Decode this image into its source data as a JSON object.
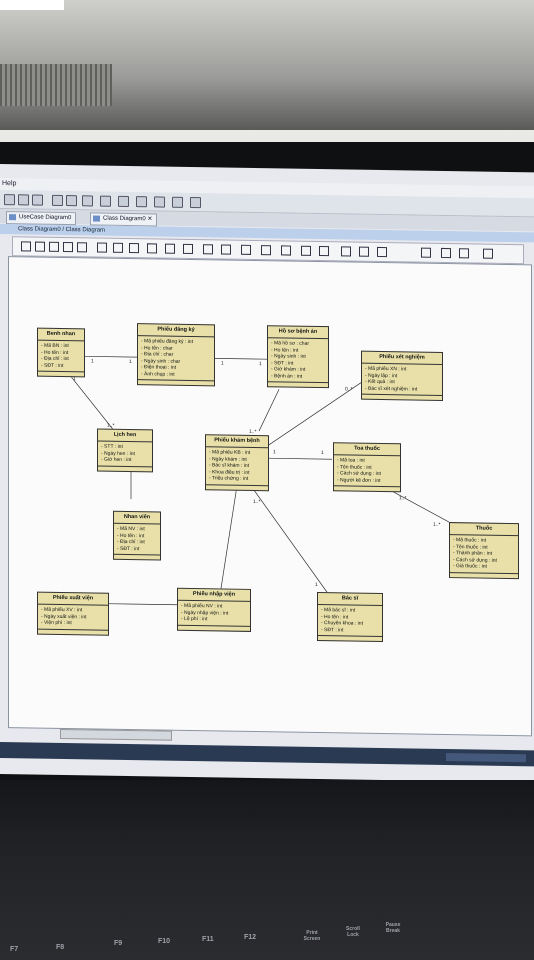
{
  "menubar": {
    "help": "Help"
  },
  "tabs": [
    {
      "label": "UseCase Diagram0"
    },
    {
      "label": "Class Diagram0"
    }
  ],
  "breadcrumb": "Class Diagram0 / Class Diagram",
  "classes": {
    "benh_nhan": {
      "name": "Benh nhan",
      "attrs": [
        "- Mã BN : int",
        "- Ho tên : int",
        "- Địa chỉ : int",
        "- SĐT : int"
      ]
    },
    "phieu_dang_ky": {
      "name": "Phiếu đăng ký",
      "attrs": [
        "- Mã phiếu đăng ký : int",
        "- Họ tên : char",
        "- Địa chỉ : char",
        "- Ngày sinh : char",
        "- Điện thoại : int",
        "- Ảnh chụp : int"
      ]
    },
    "ho_so_benh_an": {
      "name": "Hồ sơ bệnh án",
      "attrs": [
        "- Mã hồ sơ : char",
        "- Ho tên : int",
        "- Ngày sinh : int",
        "- SĐT : int",
        "- Giờ khám : int",
        "- Bệnh án : int"
      ]
    },
    "phieu_xet_nghiem": {
      "name": "Phiếu xét nghiệm",
      "attrs": [
        "- Mã phiếu XN : int",
        "- Ngày lập : int",
        "- Kết quả : int",
        "- Bác sĩ xét nghiệm : int"
      ]
    },
    "lich_hen": {
      "name": "Lịch hen",
      "attrs": [
        "- STT : int",
        "- Ngày hen : int",
        "- Giờ hen : int"
      ]
    },
    "phieu_kham_benh": {
      "name": "Phiếu khám bệnh",
      "attrs": [
        "- Mã phiếu KB : int",
        "- Ngày khám : int",
        "- Bác sĩ khám : int",
        "- Khoa điều trị : int",
        "- Triệu chứng : int"
      ]
    },
    "toa_thuoc": {
      "name": "Toa thuốc",
      "attrs": [
        "- Mã toa : int",
        "- Tên thuốc : int",
        "- Cách sử dụng : int",
        "- Người kê đơn : int"
      ]
    },
    "nhan_vien": {
      "name": "Nhan viên",
      "attrs": [
        "- Mã NV : int",
        "- Ho tên : int",
        "- Địa chỉ : int",
        "- SĐT : int"
      ]
    },
    "thuoc": {
      "name": "Thuốc",
      "attrs": [
        "- Mã thuốc : int",
        "- Tên thuốc : int",
        "- Thành phần : int",
        "- Cách sử dụng : int",
        "- Giá thuốc : int"
      ]
    },
    "phieu_xuat_vien": {
      "name": "Phiếu xuất viện",
      "attrs": [
        "- Mã phiếu XV : int",
        "- Ngày xuất viện : int",
        "- Viện phí : int"
      ]
    },
    "phieu_nhap_vien": {
      "name": "Phiếu nhập viện",
      "attrs": [
        "- Mã phiếu NV : int",
        "- Ngày nhập viện : int",
        "- Lệ phí : int"
      ]
    },
    "bac_si": {
      "name": "Bác sĩ",
      "attrs": [
        "- Mã bác sĩ : int",
        "- Ho tên : int",
        "- Chuyên khoa : int",
        "- SĐT : int"
      ]
    }
  },
  "multiplicities": {
    "m1": "1",
    "m2": "1",
    "m3": "1",
    "m4": "1",
    "m5": "1",
    "m6": "1..*",
    "m7": "1..*",
    "m8": "0..*",
    "m9": "1",
    "m10": "1",
    "m11": "1..*",
    "m12": "1..*",
    "m13": "1..*",
    "m14": "1"
  },
  "keyboard": {
    "f7": "F7",
    "f8": "F8",
    "f9": "F9",
    "f10": "F10",
    "f11": "F11",
    "f12": "F12",
    "print": "Print Screen",
    "scroll": "Scroll Lock",
    "pause": "Pause Break"
  }
}
